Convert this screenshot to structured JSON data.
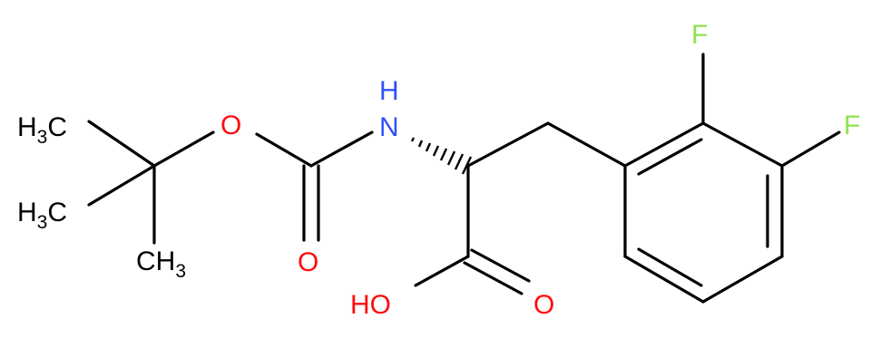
{
  "molecule": {
    "colors": {
      "carbon": "#000000",
      "oxygen": "#ff0d0d",
      "nitrogen": "#3050f8",
      "fluorine": "#90e050"
    },
    "labels": {
      "methyl_top": {
        "main": "H",
        "sub": "3",
        "tail": "C"
      },
      "methyl_mid": {
        "main": "H",
        "sub": "3",
        "tail": "C"
      },
      "methyl_bottom": {
        "main": "CH",
        "sub": "3"
      },
      "ester_oxygen": "O",
      "carbonyl_oxygen_boc": "O",
      "amine_nitrogen": "N",
      "amine_hydrogen": "H",
      "hydroxyl": "HO",
      "carbonyl_oxygen_acid": "O",
      "fluorine_ortho": "F",
      "fluorine_meta": "F"
    }
  }
}
